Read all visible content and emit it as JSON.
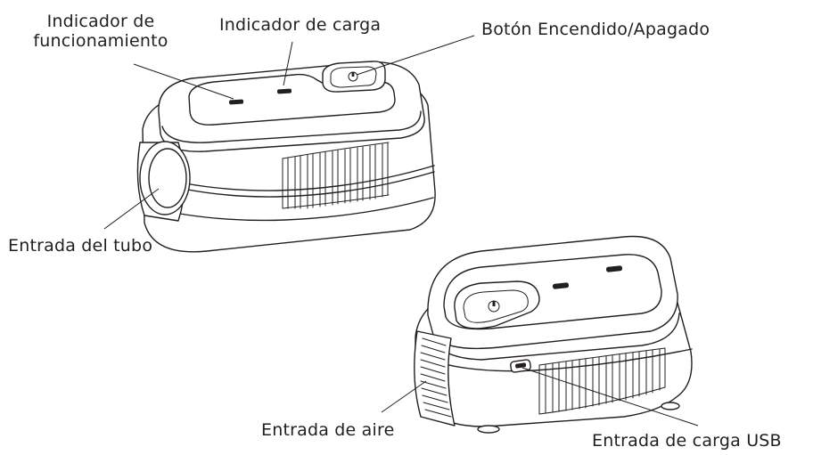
{
  "labels": {
    "indicador_funcionamiento_line1": "Indicador de",
    "indicador_funcionamiento_line2": "funcionamiento",
    "indicador_carga": "Indicador de carga",
    "boton_encendido": "Botón Encendido/Apagado",
    "entrada_tubo": "Entrada del tubo",
    "entrada_aire": "Entrada de aire",
    "entrada_carga_usb": "Entrada de carga USB"
  }
}
